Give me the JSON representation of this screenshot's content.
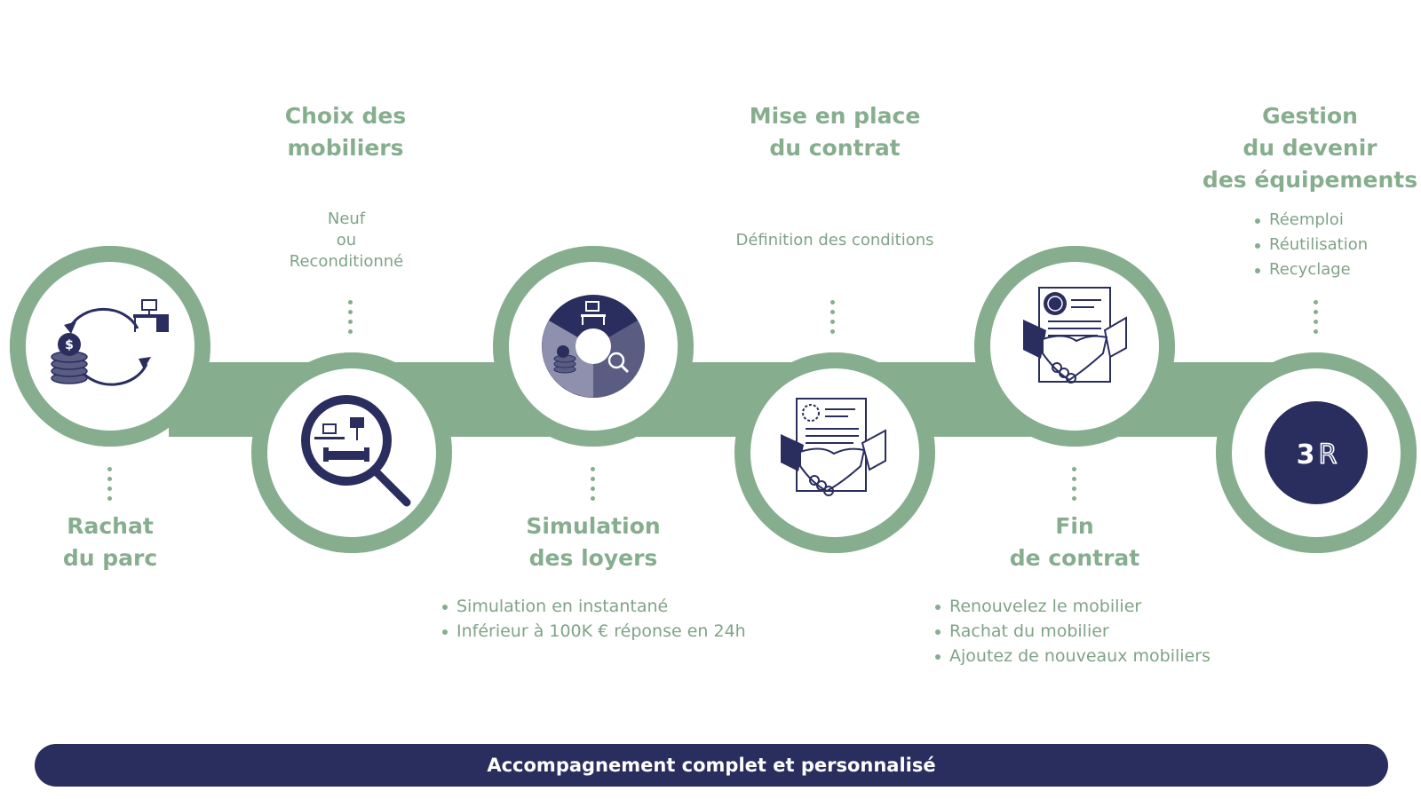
{
  "steps": [
    {
      "title": [
        "Rachat",
        "du parc"
      ],
      "icon": "buyback-cycle-icon"
    },
    {
      "title": [
        "Choix des",
        "mobiliers"
      ],
      "sub": [
        "Neuf",
        "ou",
        "Reconditionné"
      ],
      "icon": "furniture-search-icon"
    },
    {
      "title": [
        "Simulation",
        "des loyers"
      ],
      "bullets": [
        "Simulation en instantané",
        "Inférieur à 100K € réponse en 24h"
      ],
      "icon": "rent-simulation-icon"
    },
    {
      "title": [
        "Mise en place",
        "du contrat"
      ],
      "sub": [
        "Définition des conditions"
      ],
      "icon": "contract-handshake-icon"
    },
    {
      "title": [
        "Fin",
        "de contrat"
      ],
      "bullets": [
        "Renouvelez le mobilier",
        "Rachat du mobilier",
        "Ajoutez de nouveaux mobiliers"
      ],
      "icon": "contract-end-handshake-icon"
    },
    {
      "title": [
        "Gestion",
        "du devenir",
        "des équipements"
      ],
      "bullets": [
        "Réemploi",
        "Réutilisation",
        "Recyclage"
      ],
      "icon": "three-r-badge-icon",
      "badge": [
        "3",
        "R"
      ]
    }
  ],
  "banner": "Accompagnement complet et personnalisé",
  "colors": {
    "green": "#86ae8e",
    "navy": "#2a2e5f",
    "white": "#ffffff"
  }
}
